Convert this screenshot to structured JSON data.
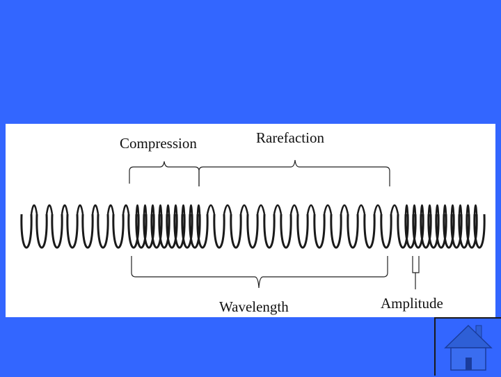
{
  "labels": {
    "compression": "Compression",
    "rarefaction": "Rarefaction",
    "wavelength": "Wavelength",
    "amplitude": "Amplitude"
  },
  "colors": {
    "background": "#3366ff",
    "panel": "#ffffff",
    "coil": "#1a1a1a",
    "house_roof": "#2e5fd6",
    "house_body": "#3a6df0"
  },
  "icons": {
    "home": "home-icon"
  }
}
